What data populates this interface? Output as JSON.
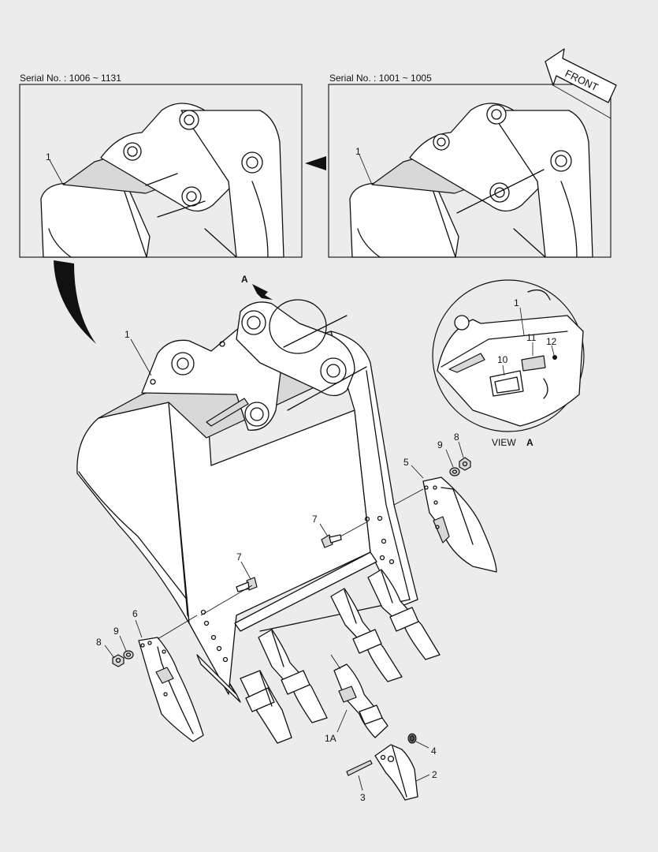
{
  "insets": {
    "left": {
      "serial": "Serial No. : 1006 ~ 1131",
      "callout": "1"
    },
    "right": {
      "serial": "Serial No. : 1001 ~ 1005",
      "callout": "1"
    }
  },
  "front_label": "FRONT",
  "view_arrow_label": "A",
  "detail_view": {
    "caption_prefix": "VIEW",
    "caption_letter": "A",
    "callouts": [
      "1",
      "11",
      "12",
      "10"
    ]
  },
  "callouts": {
    "bucket": "1",
    "side_cutter_right": "5",
    "side_cutter_left": "6",
    "bolt_right": "7",
    "bolt_left": "7",
    "nut_right": "8",
    "washer_right": "9",
    "nut_left": "8",
    "washer_left": "9",
    "adapter": "1A",
    "tooth": "2",
    "pin": "3",
    "lock": "4"
  }
}
